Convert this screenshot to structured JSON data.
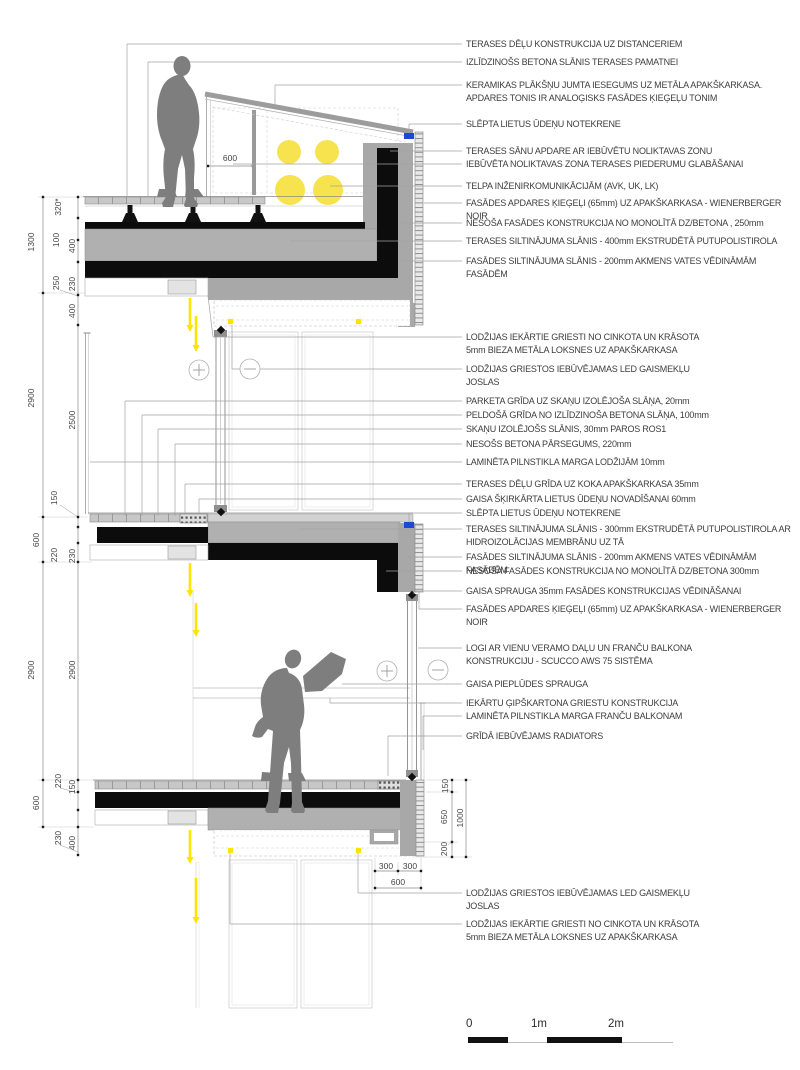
{
  "annotations": [
    {
      "text": "TERASES DĒĻU KONSTRUKCIJA UZ DISTANCERIEM"
    },
    {
      "text": "IZLĪDZINOŠS BETONA SLĀNIS TERASES PAMATNEI"
    },
    {
      "text": "KERAMIKAS PLĀKŠŅU JUMTA IESEGUMS UZ METĀLA APAKŠKARKASA.\nAPDARES TONIS IR ANALOĢISKS FASĀDES ĶIEĢEĻU TONIM"
    },
    {
      "text": "SLĒPTA LIETUS ŪDEŅU NOTEKRENE"
    },
    {
      "text": "TERASES SĀNU APDARE AR IEBŪVĒTU NOLIKTAVAS ZONU"
    },
    {
      "text": "IEBŪVĒTA NOLIKTAVAS ZONA  TERASES PIEDERUMU GLABĀŠANAI"
    },
    {
      "text": "TELPA INŽENIRKOMUNIKĀCIJĀM (AVK, UK, LK)"
    },
    {
      "text": "FASĀDES APDARES ĶIEĢEĻI (65mm) UZ APAKŠKARKASA  - WIENERBERGER NOIR"
    },
    {
      "text": "NESOŠA FASĀDES KONSTRUKCIJA NO MONOLĪTĀ DZ/BETONA ,  250mm"
    },
    {
      "text": "TERASES SILTINĀJUMA SLĀNIS - 400mm EKSTRUDĒTĀ PUTUPOLISTIROLA"
    },
    {
      "text": "FASĀDES SILTINĀJUMA SLĀNIS - 200mm AKMENS VATES VĒDINĀMĀM FASĀDĒM"
    },
    {
      "text": "LODŽIJAS IEKĀRTIE GRIESTI NO CINKOTA UN KRĀSOTA\n5mm BIEZA METĀLA LOKSNES UZ APAKŠKARKASA"
    },
    {
      "text": "LODŽIJAS GRIESTOS IEBŪVĒJAMAS LED GAISMEKĻU\nJOSLAS"
    },
    {
      "text": "PARKETA GRĪDA UZ SKAŅU IZOLĒJOŠA SLĀŅA, 20mm"
    },
    {
      "text": "PELDOŠĀ GRĪDA NO IZLĪDZINOŠA BETONA SLĀŅA, 100mm"
    },
    {
      "text": "SKAŅU IZOLĒJOŠS SLĀNIS, 30mm PAROS ROS1"
    },
    {
      "text": "NESOŠS BETONA PĀRSEGUMS, 220mm"
    },
    {
      "text": "LAMINĒTA PILNSTIKLA MARGA LODŽIJĀM 10mm"
    },
    {
      "text": "TERASES DĒĻU GRĪDA UZ KOKA APAKŠKARKASA 35mm"
    },
    {
      "text": "GAISA ŠĶIRKĀRTA LIETUS ŪDEŅU NOVADĪŠANAI 60mm"
    },
    {
      "text": "SLĒPTA LIETUS ŪDEŅU NOTEKRENE"
    },
    {
      "text": "TERASES SILTINĀJUMA SLĀNIS - 300mm EKSTRUDĒTĀ PUTUPOLISTIROLA AR\nHIDROIZOLĀCIJAS MEMBRĀNU UZ TĀ"
    },
    {
      "text": "FASĀDES SILTINĀJUMA SLĀNIS - 200mm AKMENS VATES VĒDINĀMĀM FASĀDĒM"
    },
    {
      "text": "NESOŠA FASĀDES KONSTRUKCIJA NO MONOLĪTĀ DZ/BETONA  300mm"
    },
    {
      "text": "GAISA SPRAUGA 35mm FASĀDES KONSTRUKCIJAS VĒDINĀŠANAI"
    },
    {
      "text": "FASĀDES APDARES ĶIEĢEĻI (65mm) UZ APAKŠKARKASA  - WIENERBERGER NOIR"
    },
    {
      "text": "LOGI AR VIENU VERAMO DAĻU UN FRANČU BALKONA\nKONSTRUKCIJU - SCUCCO  AWS 75 SISTĒMA"
    },
    {
      "text": "GAISA PIEPLŪDES SPRAUGA"
    },
    {
      "text": "IEKĀRTU ĢIPŠKARTONA GRIESTU KONSTRUKCIJA"
    },
    {
      "text": "LAMINĒTA PILNSTIKLA MARGA FRANČU BALKONAM"
    },
    {
      "text": "GRĪDĀ IEBŪVĒJAMS RADIATORS"
    },
    {
      "text": "LODŽIJAS GRIESTOS IEBŪVĒJAMAS LED GAISMEKĻU\nJOSLAS"
    },
    {
      "text": "LODŽIJAS IEKĀRTIE GRIESTI NO CINKOTA UN KRĀSOTA\n5mm BIEZA METĀLA LOKSNES UZ APAKŠKARKASA"
    }
  ],
  "dimensions": {
    "left_outer": [
      "1300",
      "2900",
      "600",
      "2900",
      "600"
    ],
    "left_mid": [
      "320*",
      "100",
      "250",
      "150",
      "220",
      "220",
      "230"
    ],
    "left_inner": [
      "400",
      "230",
      "400",
      "2500",
      "230",
      "2900",
      "150",
      "400"
    ],
    "right_vertical": [
      "150",
      "650",
      "200",
      "1000"
    ],
    "bottom_horizontal": [
      "300",
      "300",
      "600"
    ],
    "storage_width": "600"
  },
  "scale_bar": {
    "labels": [
      "0",
      "1m",
      "2m"
    ]
  },
  "symbols": {
    "window_operable": "+",
    "window_fixed": "−",
    "led_light_direction": "↓"
  },
  "colors": {
    "insulation_black": "#0C0C0C",
    "concrete_gray": "#B0B0B0",
    "facade_gray": "#A8A8A8",
    "deck_gray": "#C7C7C7",
    "accent_yellow": "#F7E34E",
    "led_yellow": "#FFE400",
    "gutter_blue": "#1D48D1",
    "silhouette_gray": "#7E7E7E",
    "line_gray": "#9B9B9B",
    "text_gray": "#3D3D3D"
  }
}
